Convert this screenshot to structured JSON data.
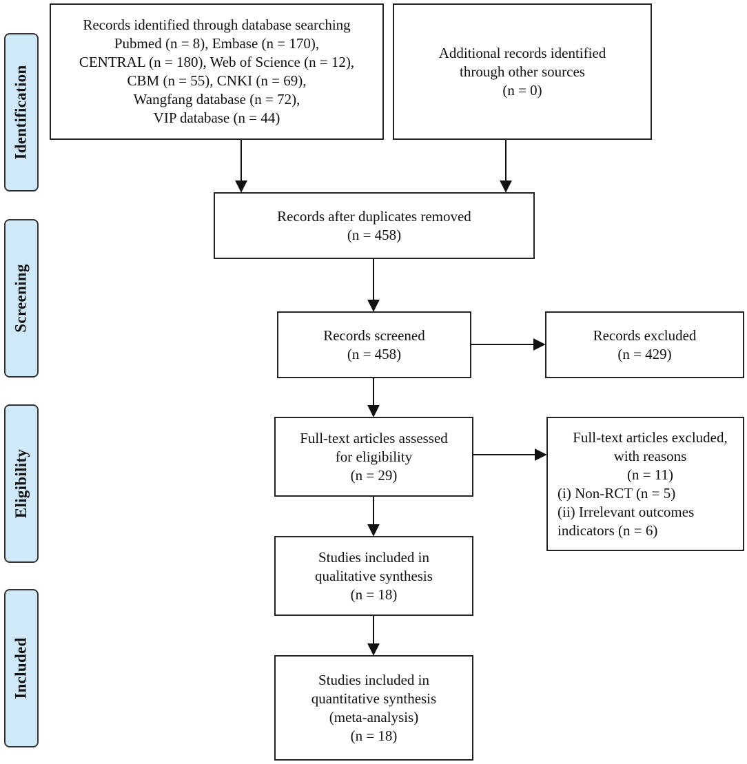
{
  "phases": [
    "Identification",
    "Screening",
    "Eligibility",
    "Included"
  ],
  "boxes": {
    "database_search": {
      "lines": [
        "Records identified through database searching",
        "Pubmed (n = 8), Embase (n = 170),",
        "CENTRAL (n = 180), Web of Science (n = 12),",
        "CBM (n = 55), CNKI (n = 69),",
        "Wangfang database (n = 72),",
        "VIP database (n = 44)"
      ]
    },
    "other_sources": {
      "lines": [
        "Additional records identified",
        "through other sources",
        "(n =  0)"
      ]
    },
    "after_duplicates": {
      "lines": [
        "Records after duplicates removed",
        "(n = 458)"
      ]
    },
    "screened": {
      "lines": [
        "Records screened",
        "(n = 458)"
      ]
    },
    "excluded": {
      "lines": [
        "Records excluded",
        "(n = 429)"
      ]
    },
    "fulltext_assessed": {
      "lines": [
        "Full-text articles assessed",
        "for eligibility",
        "(n = 29)"
      ]
    },
    "fulltext_excluded": {
      "lines": [
        "Full-text articles excluded,",
        "with reasons",
        "(n = 11)",
        "(i) Non-RCT (n = 5)",
        "(ii) Irrelevant outcomes",
        "indicators (n = 6)"
      ]
    },
    "qualitative": {
      "lines": [
        "Studies included in",
        "qualitative synthesis",
        "(n = 18)"
      ]
    },
    "quantitative": {
      "lines": [
        "Studies included in",
        "quantitative synthesis",
        "(meta-analysis)",
        "(n = 18)"
      ]
    }
  },
  "colors": {
    "phase_fill": "#cfe9f8",
    "border": "#222222"
  }
}
